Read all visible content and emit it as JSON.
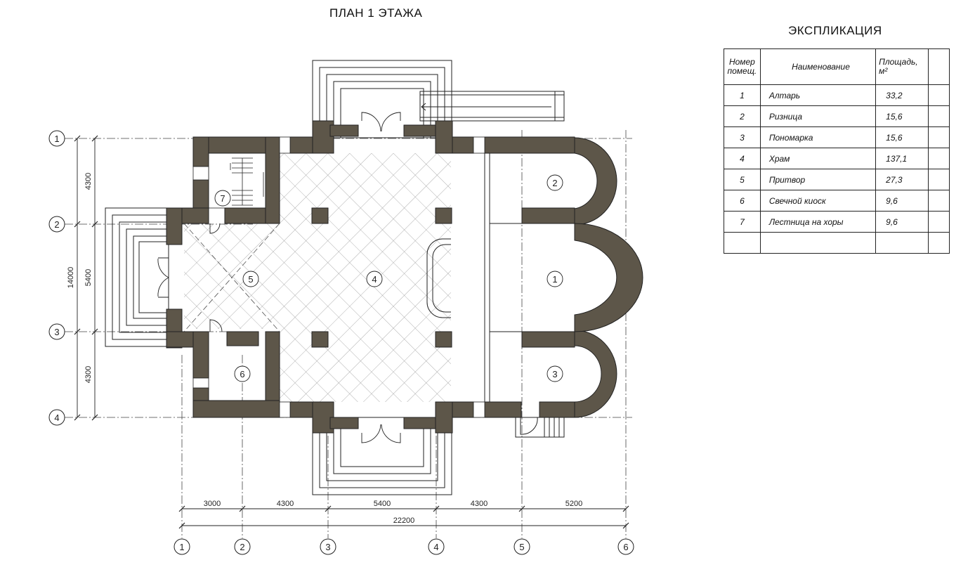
{
  "title": "ПЛАН 1 ЭТАЖА",
  "explication": {
    "title": "ЭКСПЛИКАЦИЯ",
    "headers": {
      "number": "Номер помещ.",
      "name": "Наименование",
      "area": "Площадь, м²"
    },
    "rows": [
      {
        "number": "1",
        "name": "Алтарь",
        "area": "33,2"
      },
      {
        "number": "2",
        "name": "Ризница",
        "area": "15,6"
      },
      {
        "number": "3",
        "name": "Пономарка",
        "area": "15,6"
      },
      {
        "number": "4",
        "name": "Храм",
        "area": "137,1"
      },
      {
        "number": "5",
        "name": "Притвор",
        "area": "27,3"
      },
      {
        "number": "6",
        "name": "Свечной киоск",
        "area": "9,6"
      },
      {
        "number": "7",
        "name": "Лестница на хоры",
        "area": "9,6"
      },
      {
        "number": "",
        "name": "",
        "area": ""
      }
    ]
  },
  "axes": {
    "horizontal": [
      "1",
      "2",
      "3",
      "4"
    ],
    "vertical": [
      "1",
      "2",
      "3",
      "4",
      "5",
      "6"
    ]
  },
  "dimensions": {
    "left_segments": [
      "4300",
      "5400",
      "4300"
    ],
    "left_total": "14000",
    "bottom_segments": [
      "3000",
      "4300",
      "5400",
      "4300",
      "5200"
    ],
    "bottom_total": "22200"
  },
  "room_labels": [
    "1",
    "2",
    "3",
    "4",
    "5",
    "6",
    "7"
  ],
  "colors": {
    "wall": "#5d5649",
    "line": "#222222",
    "hatch": "#9a9a9a"
  }
}
